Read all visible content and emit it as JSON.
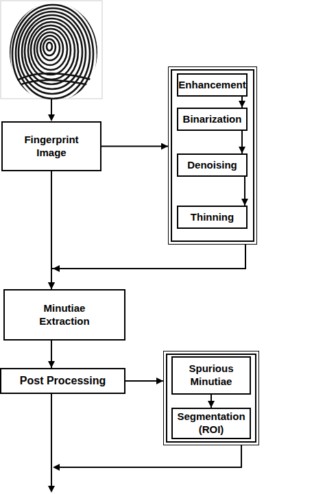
{
  "diagram": {
    "nodes": [
      {
        "text": [
          "Fingerprint Image"
        ]
      },
      {
        "text": []
      },
      {
        "text": [
          "Enhancement"
        ],
        "in": 1
      },
      {
        "text": [
          "Binarization"
        ],
        "in": 1
      },
      {
        "text": [
          "Denoising"
        ],
        "in": 1
      },
      {
        "text": [
          "Thinning"
        ],
        "in": 1
      },
      {
        "text": [
          "Minutiae Extraction"
        ]
      },
      {
        "text": [
          "Post Processing"
        ]
      },
      {
        "text": []
      },
      {
        "text": [
          "Spurious Minutiae"
        ],
        "in": 8
      },
      {
        "text": [
          "Segmentation (ROI)"
        ],
        "in": 8
      }
    ],
    "edges": [
      {
        "from": 0,
        "to": 1,
        "arrow": "to"
      },
      {
        "from": 2,
        "to": 3,
        "arrow": "to"
      },
      {
        "from": 3,
        "to": 4,
        "arrow": "to"
      },
      {
        "from": 4,
        "to": 5,
        "arrow": "to"
      },
      {
        "from": 0,
        "to": 6,
        "arrow": "to"
      },
      {
        "from": 1,
        "to": 6,
        "arrow": "to"
      },
      {
        "from": 6,
        "to": 7,
        "arrow": "to"
      },
      {
        "from": 7,
        "to": 8,
        "arrow": "to"
      },
      {
        "from": 9,
        "to": 10,
        "arrow": "to"
      }
    ]
  }
}
